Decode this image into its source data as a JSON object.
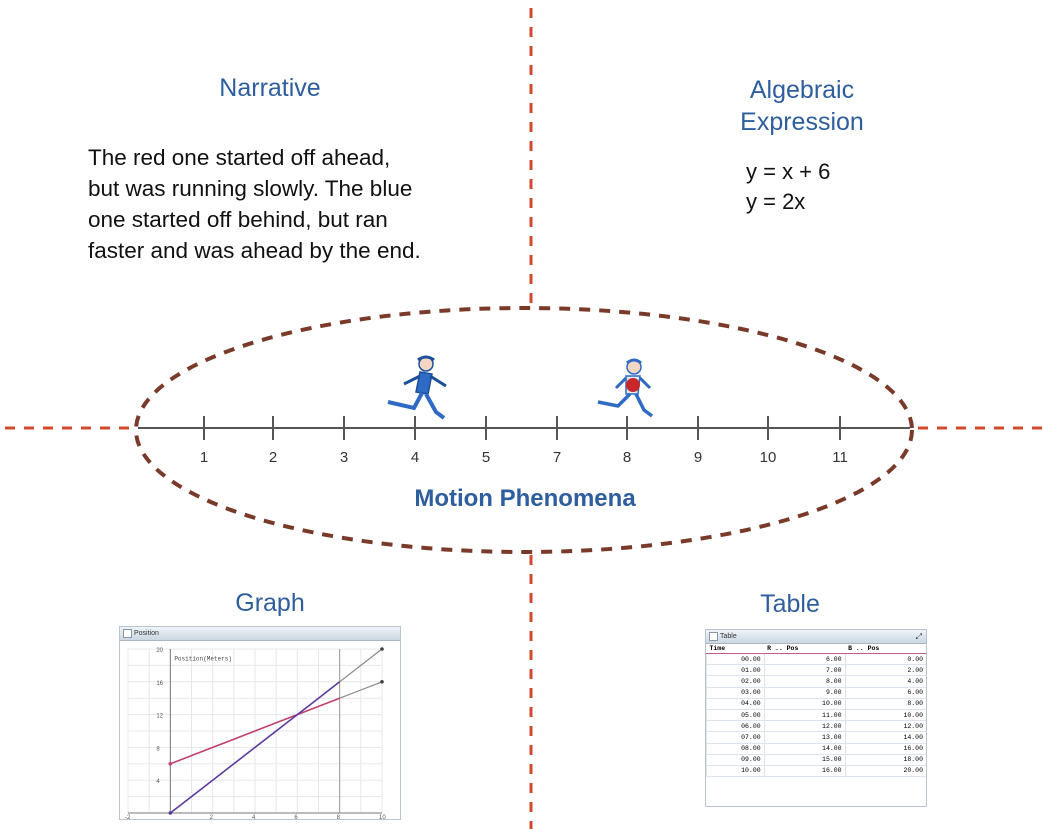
{
  "quadrants": {
    "narrative": {
      "heading": "Narrative",
      "text": "The red one started off ahead,\nbut was running slowly. The blue\none started off behind, but ran\nfaster and was ahead by the end."
    },
    "algebraic": {
      "heading_line1": "Algebraic",
      "heading_line2": "Expression",
      "equations": [
        "y = x + 6",
        "y = 2x"
      ]
    },
    "motion": {
      "label": "Motion Phenomena",
      "number_line": [
        "1",
        "2",
        "3",
        "4",
        "5",
        "7",
        "8",
        "9",
        "10",
        "11"
      ],
      "runners": [
        {
          "color_name": "blue",
          "near_tick": "4"
        },
        {
          "color_name": "red",
          "near_tick": "8"
        }
      ]
    },
    "graph": {
      "heading": "Graph",
      "window_title": "Position",
      "plot_label": "Position(Meters)"
    },
    "table": {
      "heading": "Table",
      "window_title": "Table",
      "columns": [
        "Time",
        "R .. Pos",
        "B .. Pos"
      ],
      "rows": [
        [
          "00.00",
          "6.00",
          "0.00"
        ],
        [
          "01.00",
          "7.00",
          "2.00"
        ],
        [
          "02.00",
          "8.00",
          "4.00"
        ],
        [
          "03.00",
          "9.00",
          "6.00"
        ],
        [
          "04.00",
          "10.00",
          "8.00"
        ],
        [
          "05.00",
          "11.00",
          "10.00"
        ],
        [
          "06.00",
          "12.00",
          "12.00"
        ],
        [
          "07.00",
          "13.00",
          "14.00"
        ],
        [
          "08.00",
          "14.00",
          "16.00"
        ],
        [
          "09.00",
          "15.00",
          "18.00"
        ],
        [
          "10.00",
          "16.00",
          "20.00"
        ]
      ]
    }
  },
  "colors": {
    "heading": "#2f5e9e",
    "divider": "#d2482a",
    "ellipse": "#7a3a2a",
    "red_line": "#c0406e",
    "blue_line": "#5b3aa0"
  },
  "chart_data": {
    "type": "line",
    "xlim": [
      -2,
      10
    ],
    "ylim": [
      0,
      20
    ],
    "x_ticks": [
      "-2",
      "2",
      "4",
      "6",
      "8",
      "10"
    ],
    "y_ticks": [
      "20",
      "16",
      "12",
      "8",
      "4"
    ],
    "series": [
      {
        "x": [
          0,
          1,
          2,
          3,
          4,
          5,
          6,
          7,
          8,
          9,
          10
        ],
        "values": [
          6,
          7,
          8,
          9,
          10,
          11,
          12,
          13,
          14,
          15,
          16
        ]
      },
      {
        "x": [
          0,
          1,
          2,
          3,
          4,
          5,
          6,
          7,
          8,
          9,
          10
        ],
        "values": [
          0,
          2,
          4,
          6,
          8,
          10,
          12,
          14,
          16,
          18,
          20
        ]
      }
    ]
  }
}
